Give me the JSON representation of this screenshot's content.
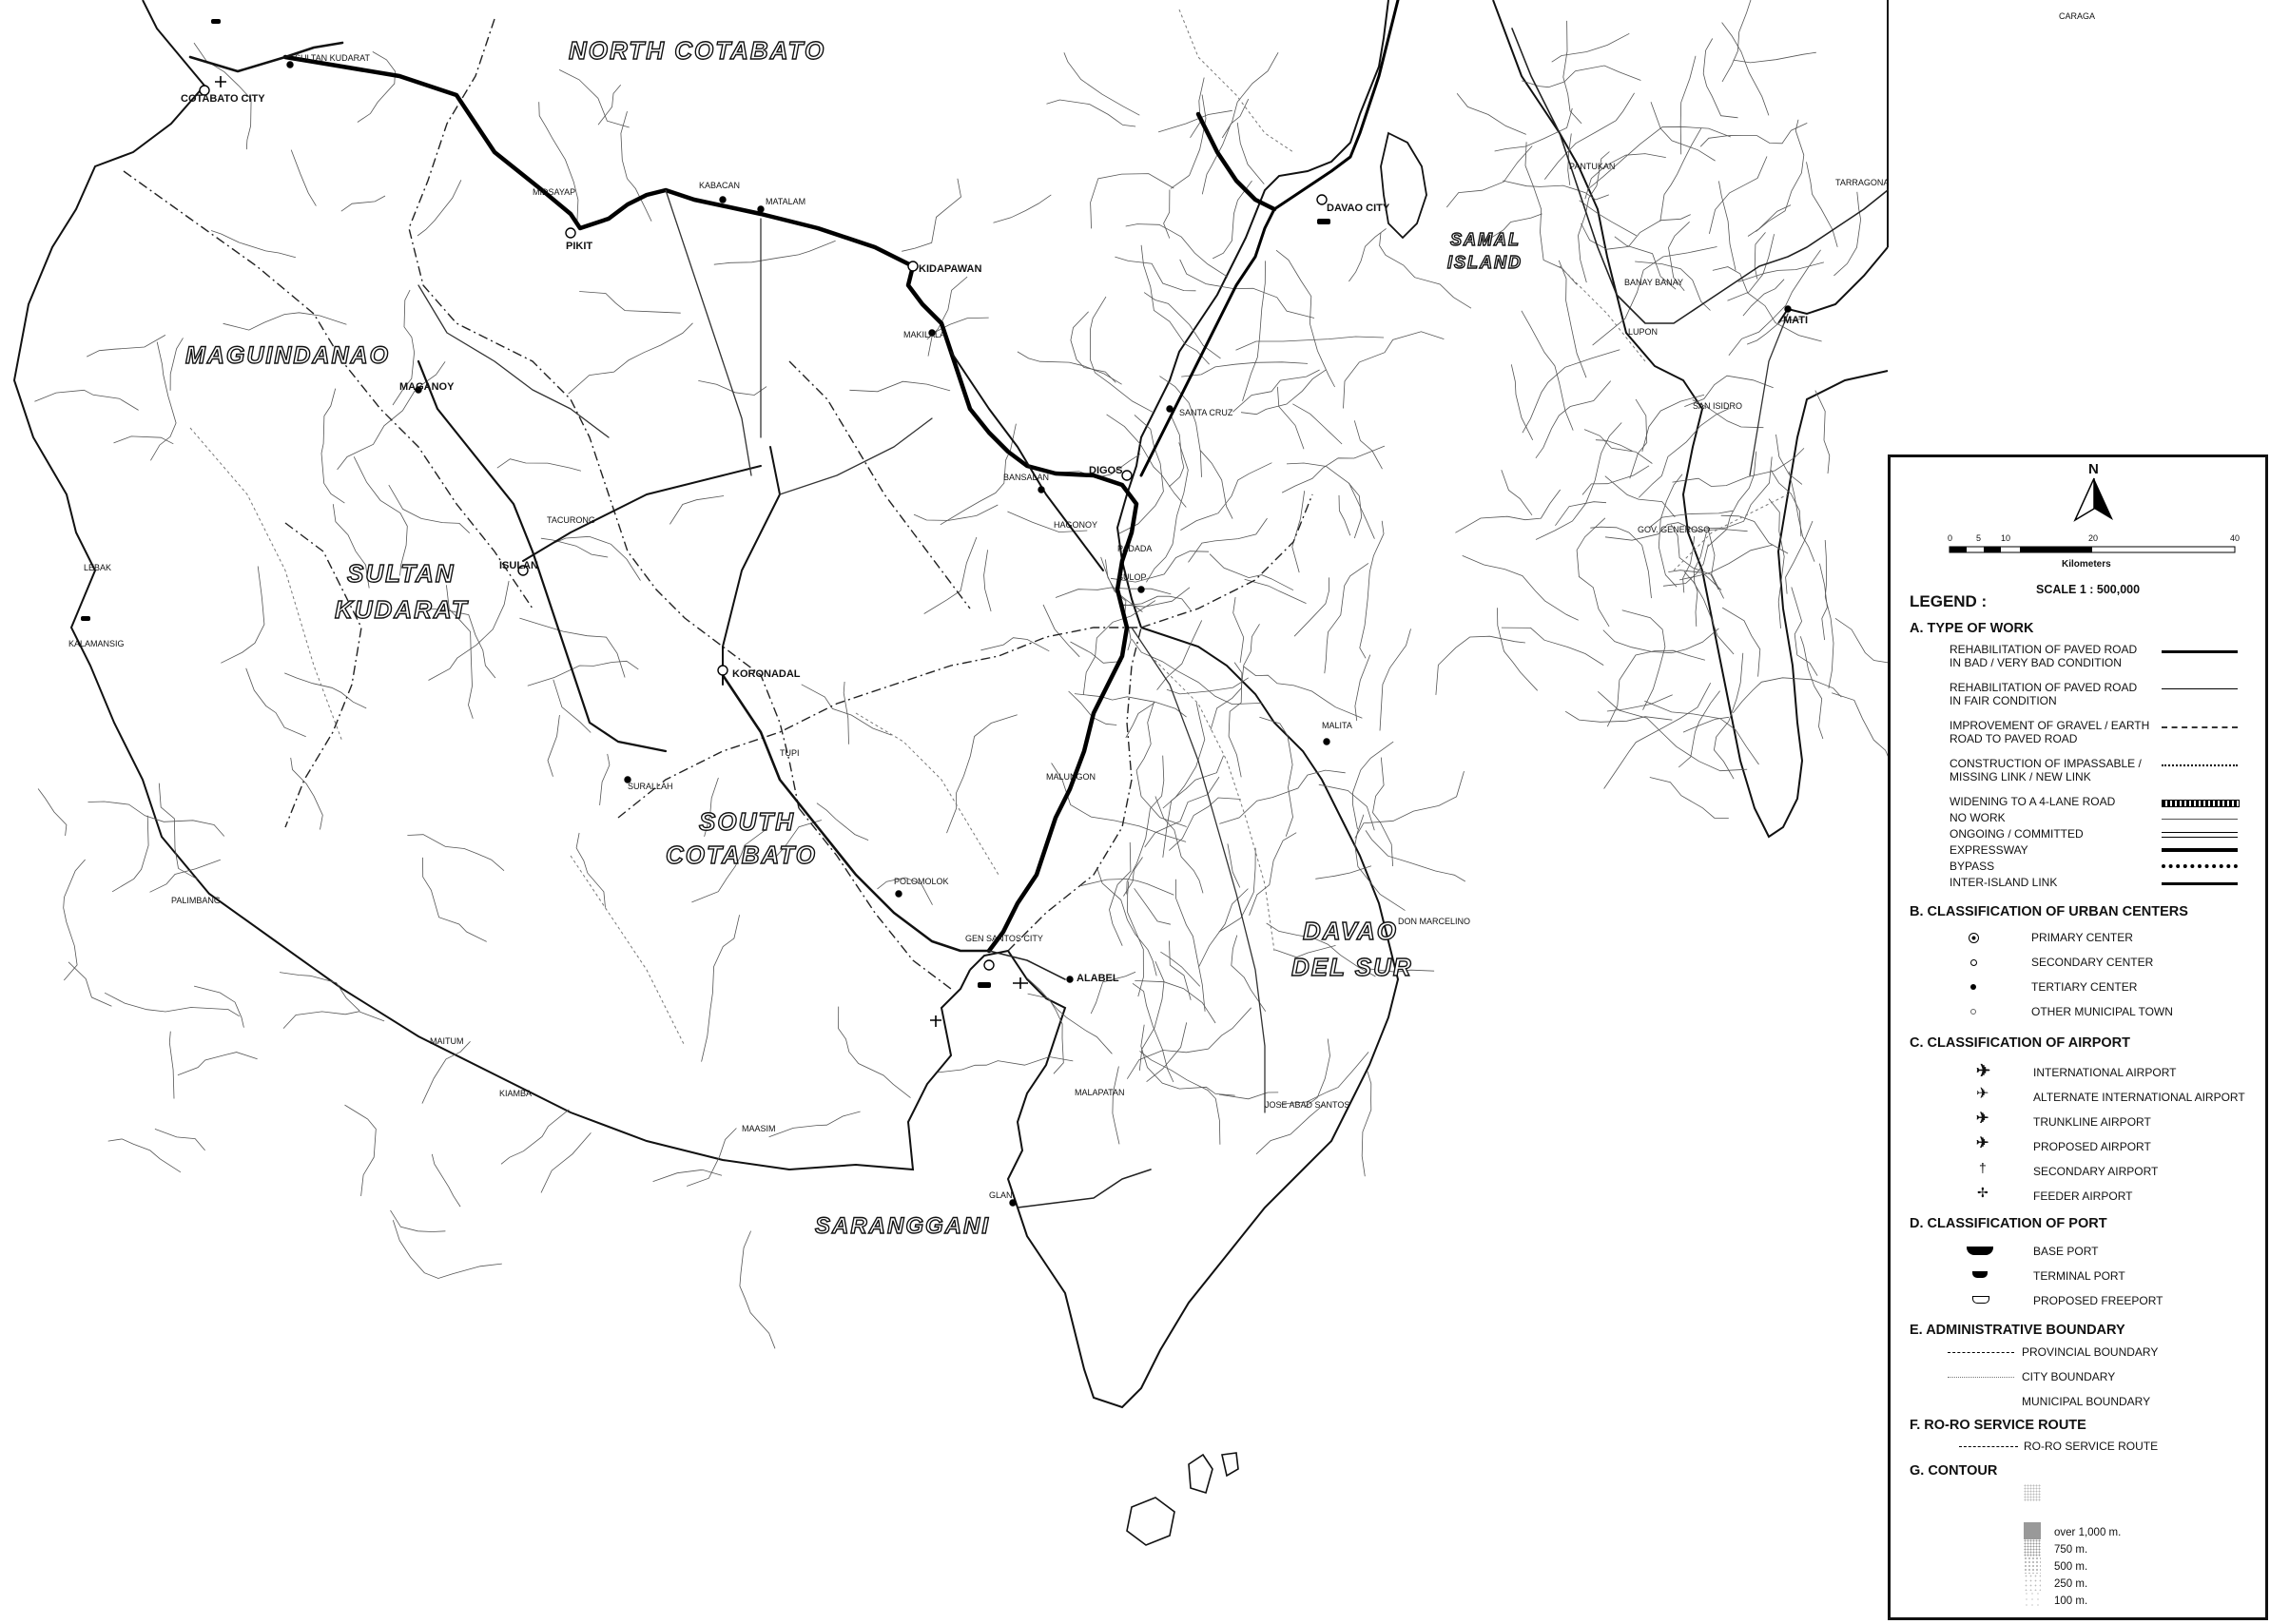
{
  "provinces": [
    {
      "key": "north_cotabato",
      "text": "NORTH COTABATO"
    },
    {
      "key": "maguindanao",
      "text": "MAGUINDANAO"
    },
    {
      "key": "sultan_kudarat_1",
      "text": "SULTAN"
    },
    {
      "key": "sultan_kudarat_2",
      "text": "KUDARAT"
    },
    {
      "key": "south_cotabato_1",
      "text": "SOUTH"
    },
    {
      "key": "south_cotabato_2",
      "text": "COTABATO"
    },
    {
      "key": "davao_del_sur_1",
      "text": "DAVAO"
    },
    {
      "key": "davao_del_sur_2",
      "text": "DEL SUR"
    },
    {
      "key": "samal_1",
      "text": "SAMAL"
    },
    {
      "key": "samal_2",
      "text": "ISLAND"
    },
    {
      "key": "sarangani",
      "text": "SARANGGANI"
    }
  ],
  "towns": {
    "cotabato_city": "COTABATO CITY",
    "sultan_kudarat": "SULTAN KUDARAT",
    "pikit": "PIKIT",
    "kidapawan": "KIDAPAWAN",
    "davao_city": "DAVAO CITY",
    "digos": "DIGOS",
    "koronadal": "KORONADAL",
    "isulan": "ISULAN",
    "gensan": "GEN SANTOS CITY",
    "alabel": "ALABEL",
    "mati": "MATI",
    "maganoy": "MAGANOY",
    "santa_cruz": "SANTA CRUZ",
    "malita": "MALITA",
    "glan": "GLAN",
    "sulop": "SULOP",
    "polomolok": "POLOMOLOK",
    "tupi": "TUPI",
    "surallah": "SURALLAH",
    "midsayap": "MIDSAYAP",
    "kabacan": "KABACAN",
    "matalam": "MATALAM",
    "makilala": "MAKILALA",
    "bansalan": "BANSALAN",
    "hagonoy": "HAGONOY",
    "padada": "PADADA",
    "malungon": "MALUNGON",
    "tacurong": "TACURONG",
    "lebak": "LEBAK",
    "kalamansig": "KALAMANSIG",
    "palimbang": "PALIMBANG",
    "maitum": "MAITUM",
    "kiamba": "KIAMBA",
    "maasim": "MAASIM",
    "malapatan": "MALAPATAN",
    "jose_abad_santos": "JOSE ABAD SANTOS",
    "don_marcelino": "DON MARCELINO",
    "lupon": "LUPON",
    "banaybanay": "BANAY BANAY",
    "gov_generoso": "GOV. GENEROSO",
    "san_isidro": "SAN ISIDRO",
    "tarragona": "TARRAGONA",
    "caraga": "CARAGA",
    "pantukan": "PANTUKAN"
  },
  "legend": {
    "north": "N",
    "scale_ticks": [
      "0",
      "5",
      "10",
      "20",
      "40"
    ],
    "km_label": "Kilometers",
    "scale": "SCALE 1 : 500,000",
    "title": "LEGEND :",
    "sections": {
      "a": "A. TYPE OF WORK",
      "b": "B. CLASSIFICATION OF URBAN CENTERS",
      "c": "C. CLASSIFICATION OF AIRPORT",
      "d": "D. CLASSIFICATION OF PORT",
      "e": "E. ADMINISTRATIVE BOUNDARY",
      "f": "F. RO-RO SERVICE  ROUTE",
      "g": "G. CONTOUR"
    },
    "work": [
      [
        "REHABILITATION OF PAVED ROAD",
        "IN BAD / VERY BAD CONDITION"
      ],
      [
        "REHABILITATION OF PAVED ROAD",
        "IN FAIR CONDITION"
      ],
      [
        "IMPROVEMENT OF GRAVEL / EARTH",
        "ROAD TO PAVED ROAD"
      ],
      [
        "CONSTRUCTION OF IMPASSABLE /",
        "MISSING LINK / NEW LINK"
      ],
      [
        "WIDENING TO A 4-LANE ROAD"
      ],
      [
        "NO WORK"
      ],
      [
        "ONGOING / COMMITTED"
      ],
      [
        "EXPRESSWAY"
      ],
      [
        "BYPASS"
      ],
      [
        "INTER-ISLAND LINK"
      ]
    ],
    "urban": [
      "PRIMARY CENTER",
      "SECONDARY CENTER",
      "TERTIARY CENTER",
      "OTHER MUNICIPAL TOWN"
    ],
    "airport": [
      "INTERNATIONAL AIRPORT",
      "ALTERNATE INTERNATIONAL AIRPORT",
      "TRUNKLINE AIRPORT",
      "PROPOSED AIRPORT",
      "SECONDARY AIRPORT",
      "FEEDER AIRPORT"
    ],
    "port": [
      "BASE PORT",
      "TERMINAL PORT",
      "PROPOSED FREEPORT"
    ],
    "boundary": [
      "PROVINCIAL BOUNDARY",
      "CITY BOUNDARY",
      "MUNICIPAL BOUNDARY"
    ],
    "roro": "RO-RO SERVICE ROUTE",
    "contour": [
      "over 1,000 m.",
      "750 m.",
      "500 m.",
      "250 m.",
      "100 m."
    ]
  }
}
